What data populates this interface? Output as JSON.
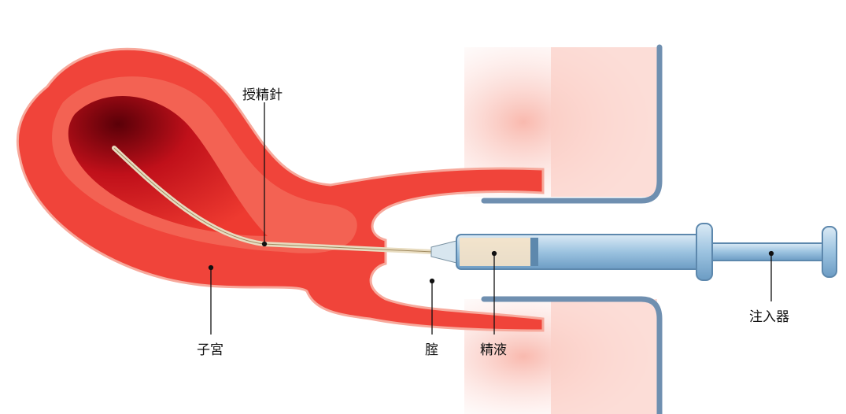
{
  "labels": {
    "needle": "授精針",
    "uterus": "子宮",
    "vagina": "腟",
    "semen": "精液",
    "syringe": "注入器"
  },
  "colors": {
    "tissue": "#f0443a",
    "tissue_light": "#f7a99c",
    "cavity": "#b00010",
    "glow": "#fbd3cc",
    "speculum": "#6f8fb0",
    "syringe": "#a9cde6"
  }
}
